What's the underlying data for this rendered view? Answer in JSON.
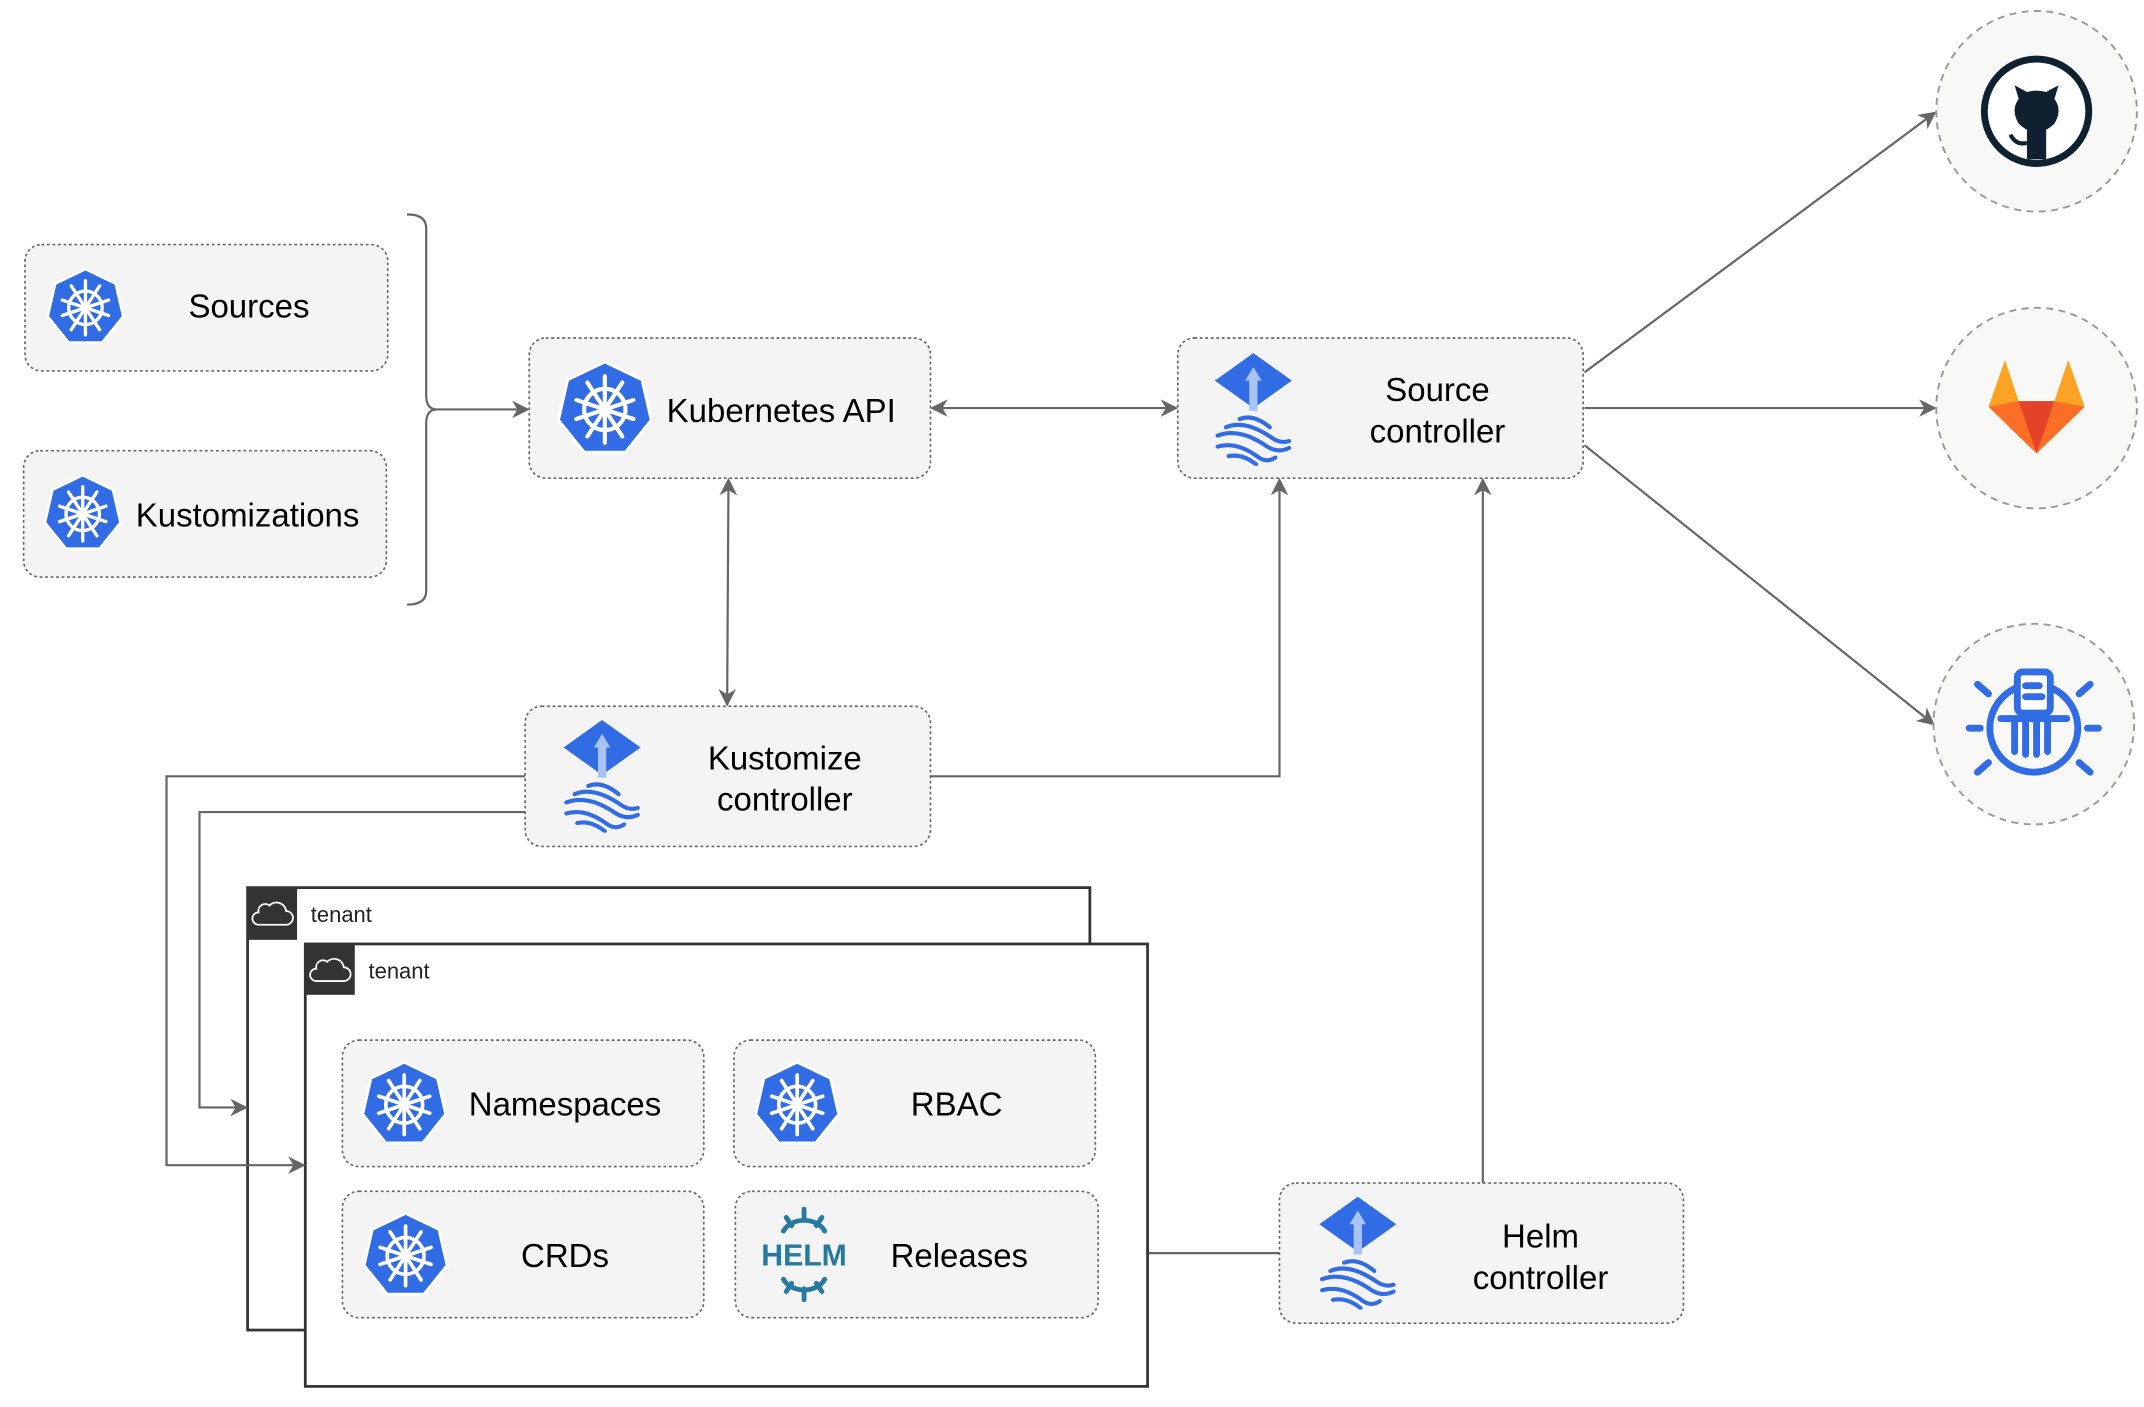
{
  "nodes": {
    "sources": "Sources",
    "kustomizations": "Kustomizations",
    "kubernetes_api": "Kubernetes API",
    "source_controller": [
      "Source",
      "controller"
    ],
    "kustomize_controller": [
      "Kustomize",
      "controller"
    ],
    "helm_controller": [
      "Helm",
      "controller"
    ],
    "namespaces": "Namespaces",
    "rbac": "RBAC",
    "crds": "CRDs",
    "releases": "Releases"
  },
  "tenants": [
    "tenant",
    "tenant"
  ],
  "logos": {
    "helm_text": "HELM",
    "external_sources": [
      "github-icon",
      "gitlab-icon",
      "bucket-icon"
    ]
  },
  "colors": {
    "kubernetes_blue": "#326ce5",
    "helm_teal": "#277a9f",
    "github_dark": "#0f2130",
    "gitlab_orange": "#e24329",
    "edge": "#666666",
    "node_fill": "#f4f4f4"
  }
}
